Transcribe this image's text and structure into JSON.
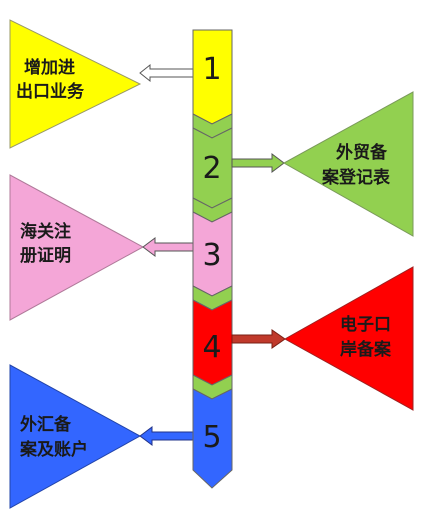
{
  "steps": [
    {
      "number": "1",
      "label_line1": "增加进",
      "label_line2": "出口业务",
      "side": "left",
      "color": "#ffff00"
    },
    {
      "number": "2",
      "label_line1": "外贸备",
      "label_line2": "案登记表",
      "side": "right",
      "color": "#92d050"
    },
    {
      "number": "3",
      "label_line1": "海关注",
      "label_line2": "册证明",
      "side": "left",
      "color": "#f4a6d7"
    },
    {
      "number": "4",
      "label_line1": "电子口",
      "label_line2": "岸备案",
      "side": "right",
      "color": "#ff0000"
    },
    {
      "number": "5",
      "label_line1": "外汇备",
      "label_line2": "案及账户",
      "side": "left",
      "color": "#3366ff"
    }
  ],
  "colors": {
    "chevron": "#92d050",
    "outline": "#555555",
    "arrow_fill": "#ffffff",
    "arrow_stroke_red": "#c0392b"
  }
}
